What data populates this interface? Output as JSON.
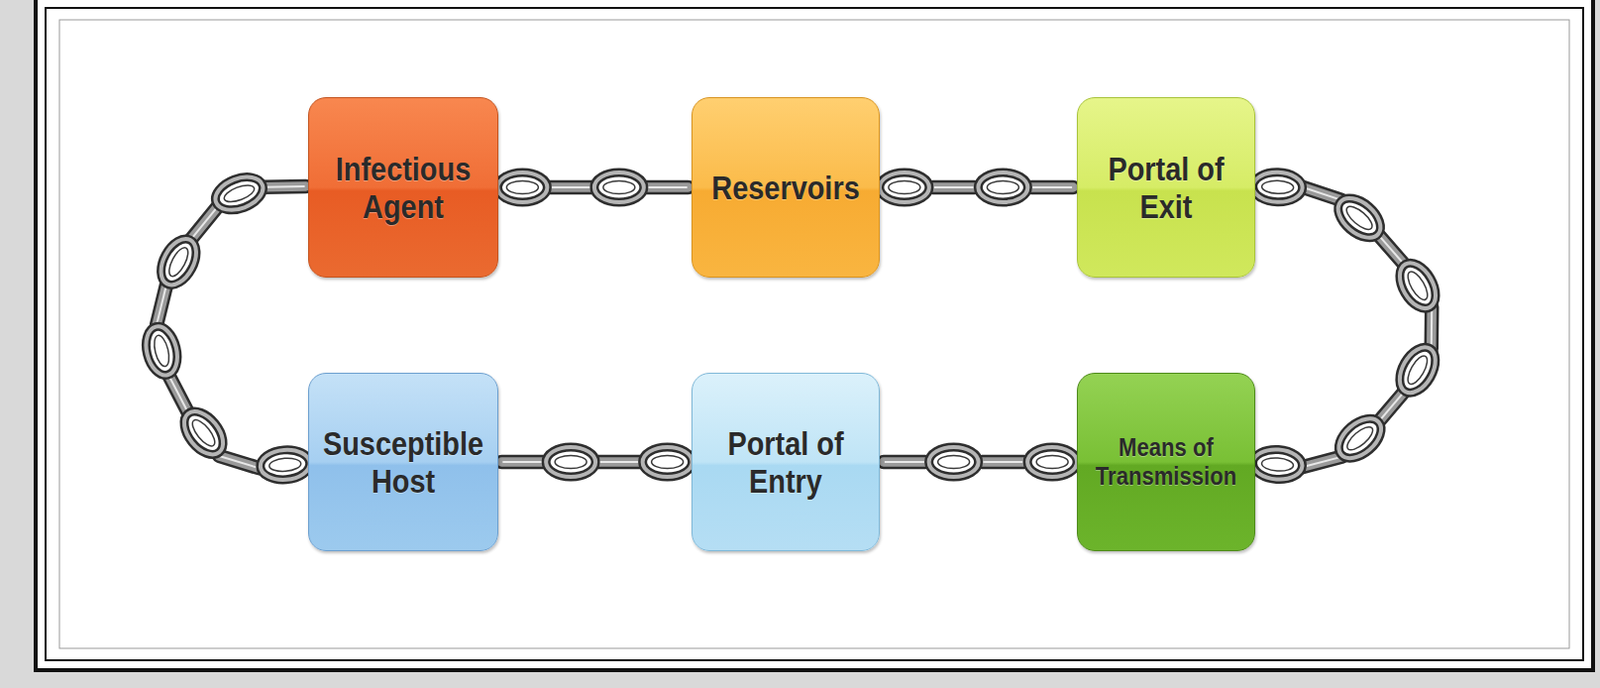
{
  "diagram": {
    "nodes": [
      {
        "text": [
          "Infectious Agent"
        ]
      },
      {
        "text": [
          "Reservoirs"
        ]
      },
      {
        "text": [
          "Portal of Exit"
        ]
      },
      {
        "text": [
          "Susceptible Host"
        ]
      },
      {
        "text": [
          "Portal of Entry"
        ]
      },
      {
        "text": [
          "Means of Transmission"
        ]
      }
    ],
    "edges": [
      {
        "from": 0,
        "to": 1,
        "arrow": "none"
      },
      {
        "from": 1,
        "to": 2,
        "arrow": "none"
      },
      {
        "from": 2,
        "to": 5,
        "arrow": "none"
      },
      {
        "from": 5,
        "to": 4,
        "arrow": "none"
      },
      {
        "from": 4,
        "to": 3,
        "arrow": "none"
      },
      {
        "from": 3,
        "to": 0,
        "arrow": "none"
      }
    ]
  }
}
